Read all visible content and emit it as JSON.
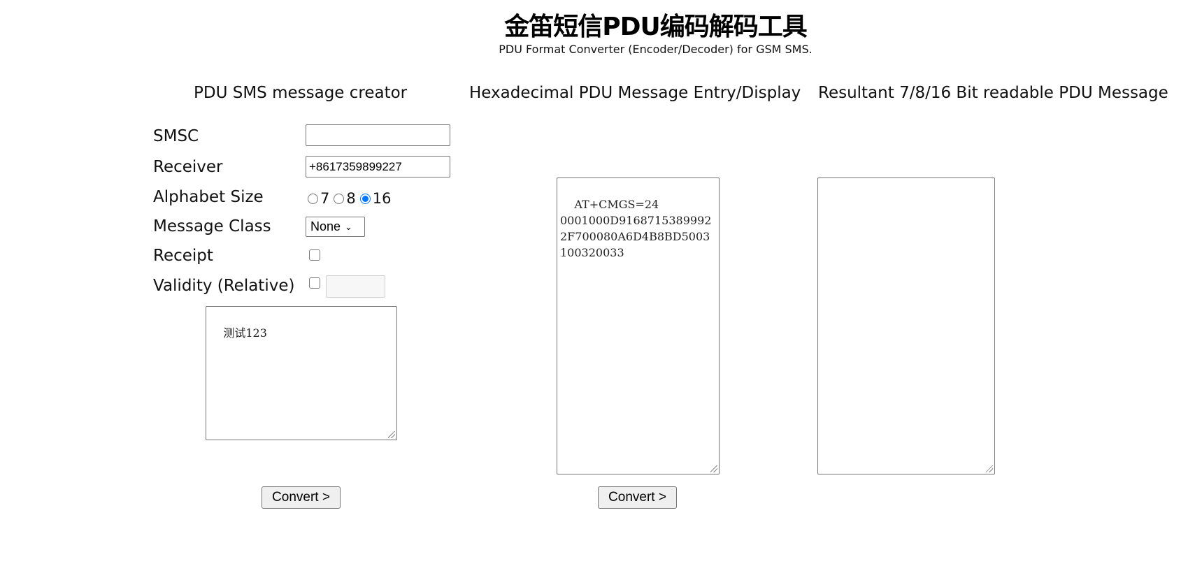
{
  "header": {
    "title": "金笛短信PDU编码解码工具",
    "subtitle": "PDU Format Converter (Encoder/Decoder) for GSM SMS."
  },
  "columns": {
    "creator_heading": "PDU SMS message creator",
    "hex_heading": "Hexadecimal PDU Message Entry/Display",
    "result_heading": "Resultant 7/8/16 Bit readable PDU Message"
  },
  "form": {
    "smsc_label": "SMSC",
    "smsc_value": "",
    "receiver_label": "Receiver",
    "receiver_value": "+8617359899227",
    "alphabet_label": "Alphabet Size",
    "alphabet_options": [
      "7",
      "8",
      "16"
    ],
    "alphabet_selected": "16",
    "class_label": "Message Class",
    "class_selected": "None",
    "receipt_label": "Receipt",
    "receipt_checked": false,
    "validity_label": "Validity (Relative)",
    "validity_checked": false,
    "message_text": "测试123",
    "convert_label": "Convert >"
  },
  "hex": {
    "text": "AT+CMGS=24\n0001000D91687153899922F700080A6D4B8BD5003100320033",
    "convert_label": "Convert >"
  },
  "result": {
    "text": ""
  }
}
